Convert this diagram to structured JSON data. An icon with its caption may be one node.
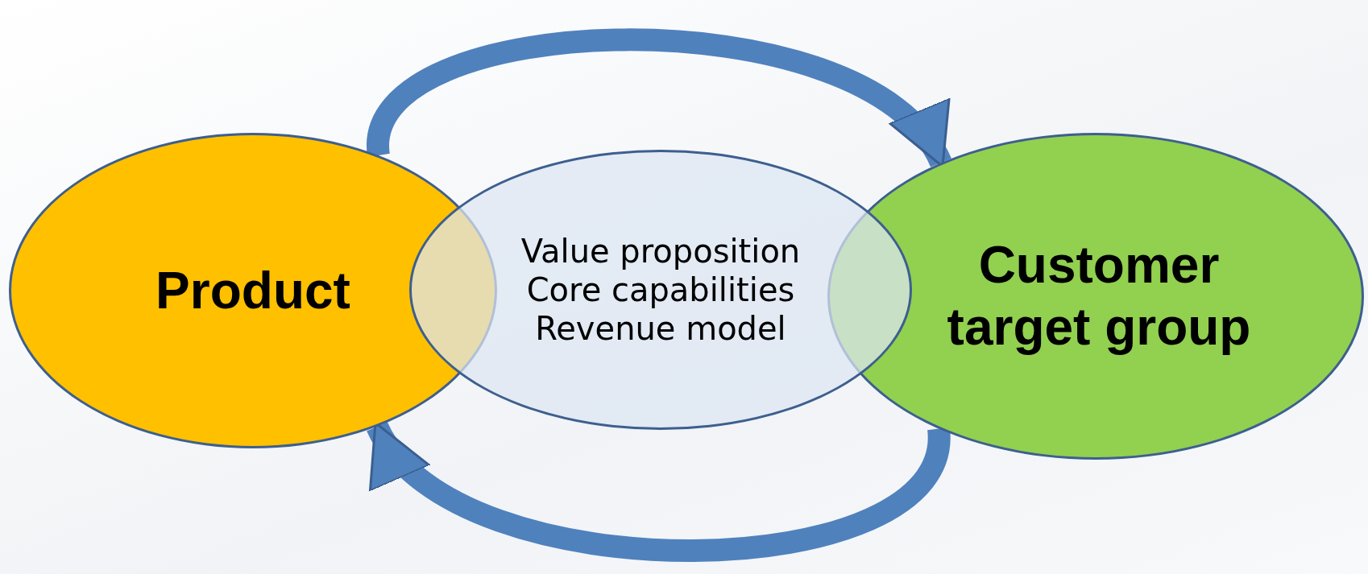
{
  "diagram": {
    "nodes": [
      {
        "text": [
          "Product"
        ]
      },
      {
        "text": [
          "Value proposition",
          "Core capabilities",
          "Revenue model"
        ]
      },
      {
        "text": [
          "Customer target group"
        ]
      }
    ],
    "edges": [
      {
        "from": 0,
        "to": 2,
        "arrow": "to"
      },
      {
        "from": 2,
        "to": 0,
        "arrow": "to"
      }
    ]
  }
}
